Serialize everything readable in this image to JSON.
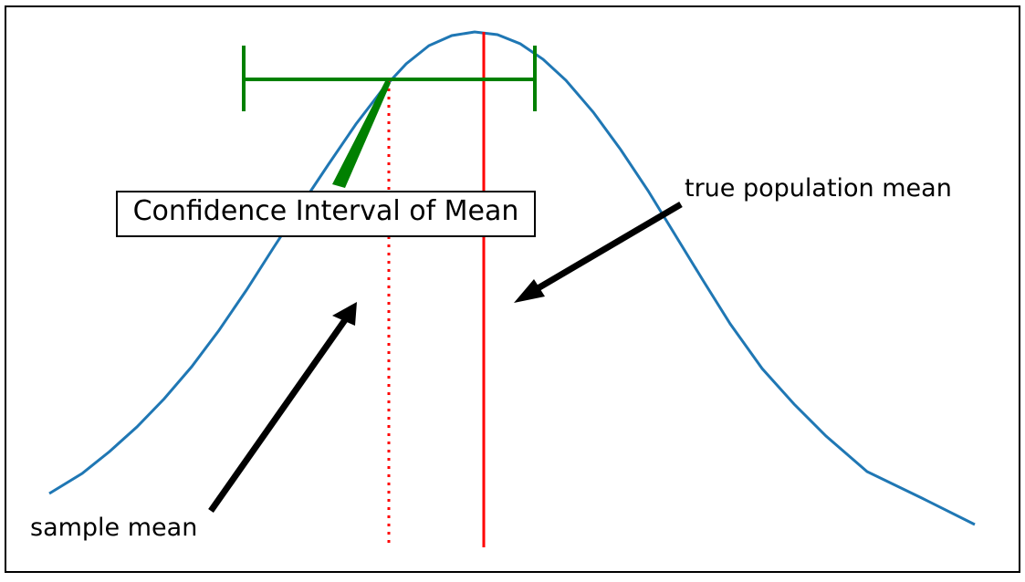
{
  "labels": {
    "confidence_interval": "Confidence Interval of Mean",
    "true_mean": "true population mean",
    "sample_mean": "sample mean"
  },
  "colors": {
    "frame": "#000000",
    "curve": "#1f77b4",
    "true_mean_line": "#ff0000",
    "sample_mean_line": "#ff0000",
    "interval": "#008000",
    "arrows": "#000000"
  }
}
